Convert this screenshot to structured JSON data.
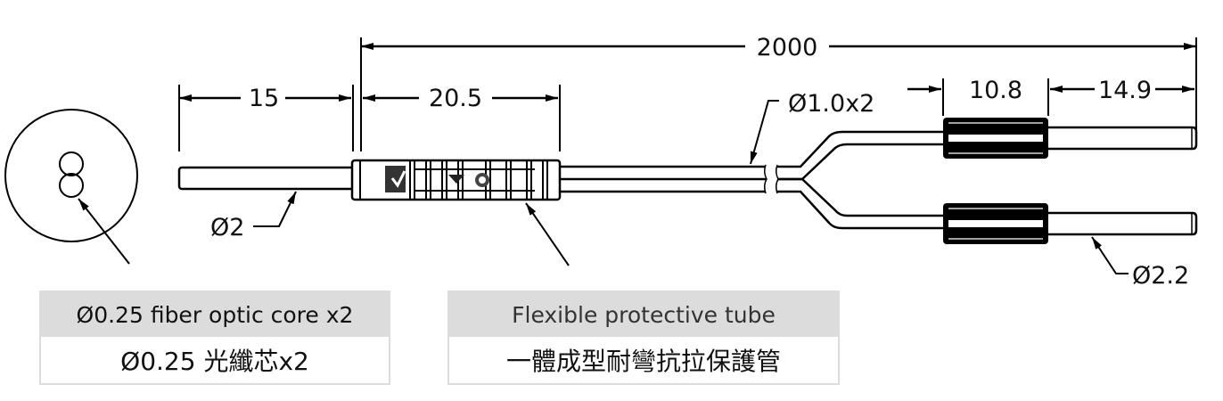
{
  "dimensions": {
    "total_length": "2000",
    "probe_length": "15",
    "sleeve_length": "20.5",
    "ferrule_length": "10.8",
    "tip_length": "14.9",
    "probe_diameter": "Ø2",
    "cable_diameter": "Ø1.0x2",
    "tip_diameter": "Ø2.2"
  },
  "labels": {
    "core": {
      "english": "Ø0.25 fiber optic core x2",
      "chinese": "Ø0.25 光纖芯x2"
    },
    "tube": {
      "english": "Flexible protective tube",
      "chinese": "一體成型耐彎抗拉保護管"
    }
  },
  "colors": {
    "line": "#000000",
    "label_fill": "#dcdcdc"
  }
}
